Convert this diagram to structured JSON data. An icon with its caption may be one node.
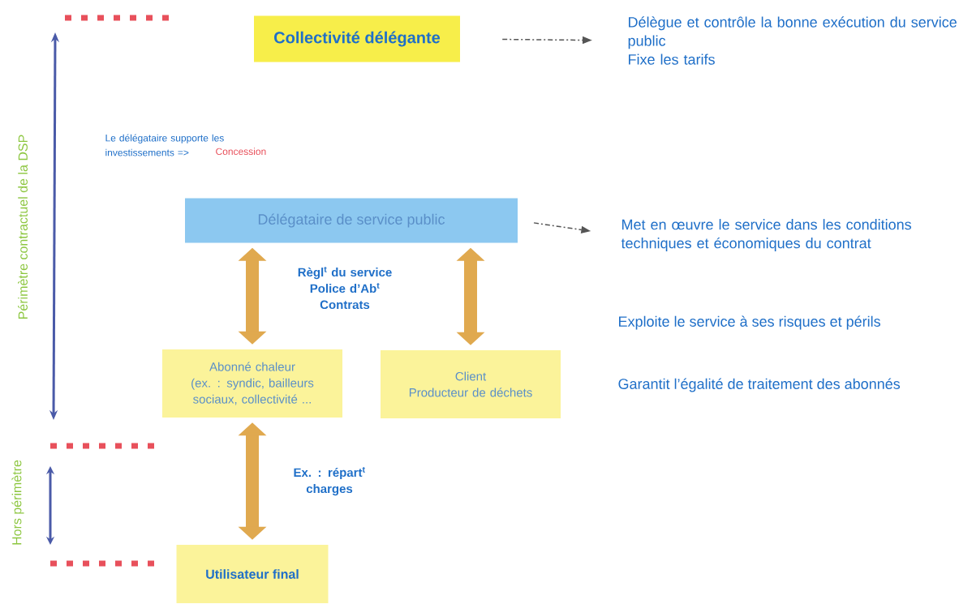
{
  "diagram": {
    "nodes": [
      {
        "text": [
          "Collectivité délégante"
        ]
      },
      {
        "text": [
          "Délègue et contrôle la bonne exécution du service public",
          "Fixe les tarifs"
        ]
      },
      {
        "text": [
          "Délégataire de service public"
        ]
      },
      {
        "text": [
          "Met en œuvre le service dans les conditions techniques et économiques du contrat"
        ]
      },
      {
        "text": [
          "Abonné chaleur",
          "(ex. : syndic, bailleurs sociaux, collectivité ..."
        ]
      },
      {
        "text": [
          "Client",
          "Producteur de déchets"
        ]
      },
      {
        "text": [
          "Utilisateur final"
        ]
      }
    ],
    "edges": [
      {
        "from": 0,
        "to": 1,
        "arrow": "to",
        "style": "dashed",
        "color": "#555555"
      },
      {
        "from": 2,
        "to": 3,
        "arrow": "to",
        "style": "dashed",
        "color": "#555555"
      },
      {
        "from": 2,
        "to": 4,
        "arrow": "both"
      },
      {
        "from": 2,
        "to": 5,
        "arrow": "both"
      },
      {
        "from": 4,
        "to": 6,
        "arrow": "both",
        "label": "Ex. : répart$^{t}$ charges"
      }
    ],
    "labels": [
      "Périmètre contractuel de la DSP",
      "Le délégataire supporte les investissements =>",
      "Concession",
      "Règl$^{t}$ du service Police d’Ab$^{t}$ Contrats",
      "Exploite le service à ses risques et périls",
      "Garantit l’égalité de traitement des abonnés",
      "Hors périmètre"
    ]
  }
}
